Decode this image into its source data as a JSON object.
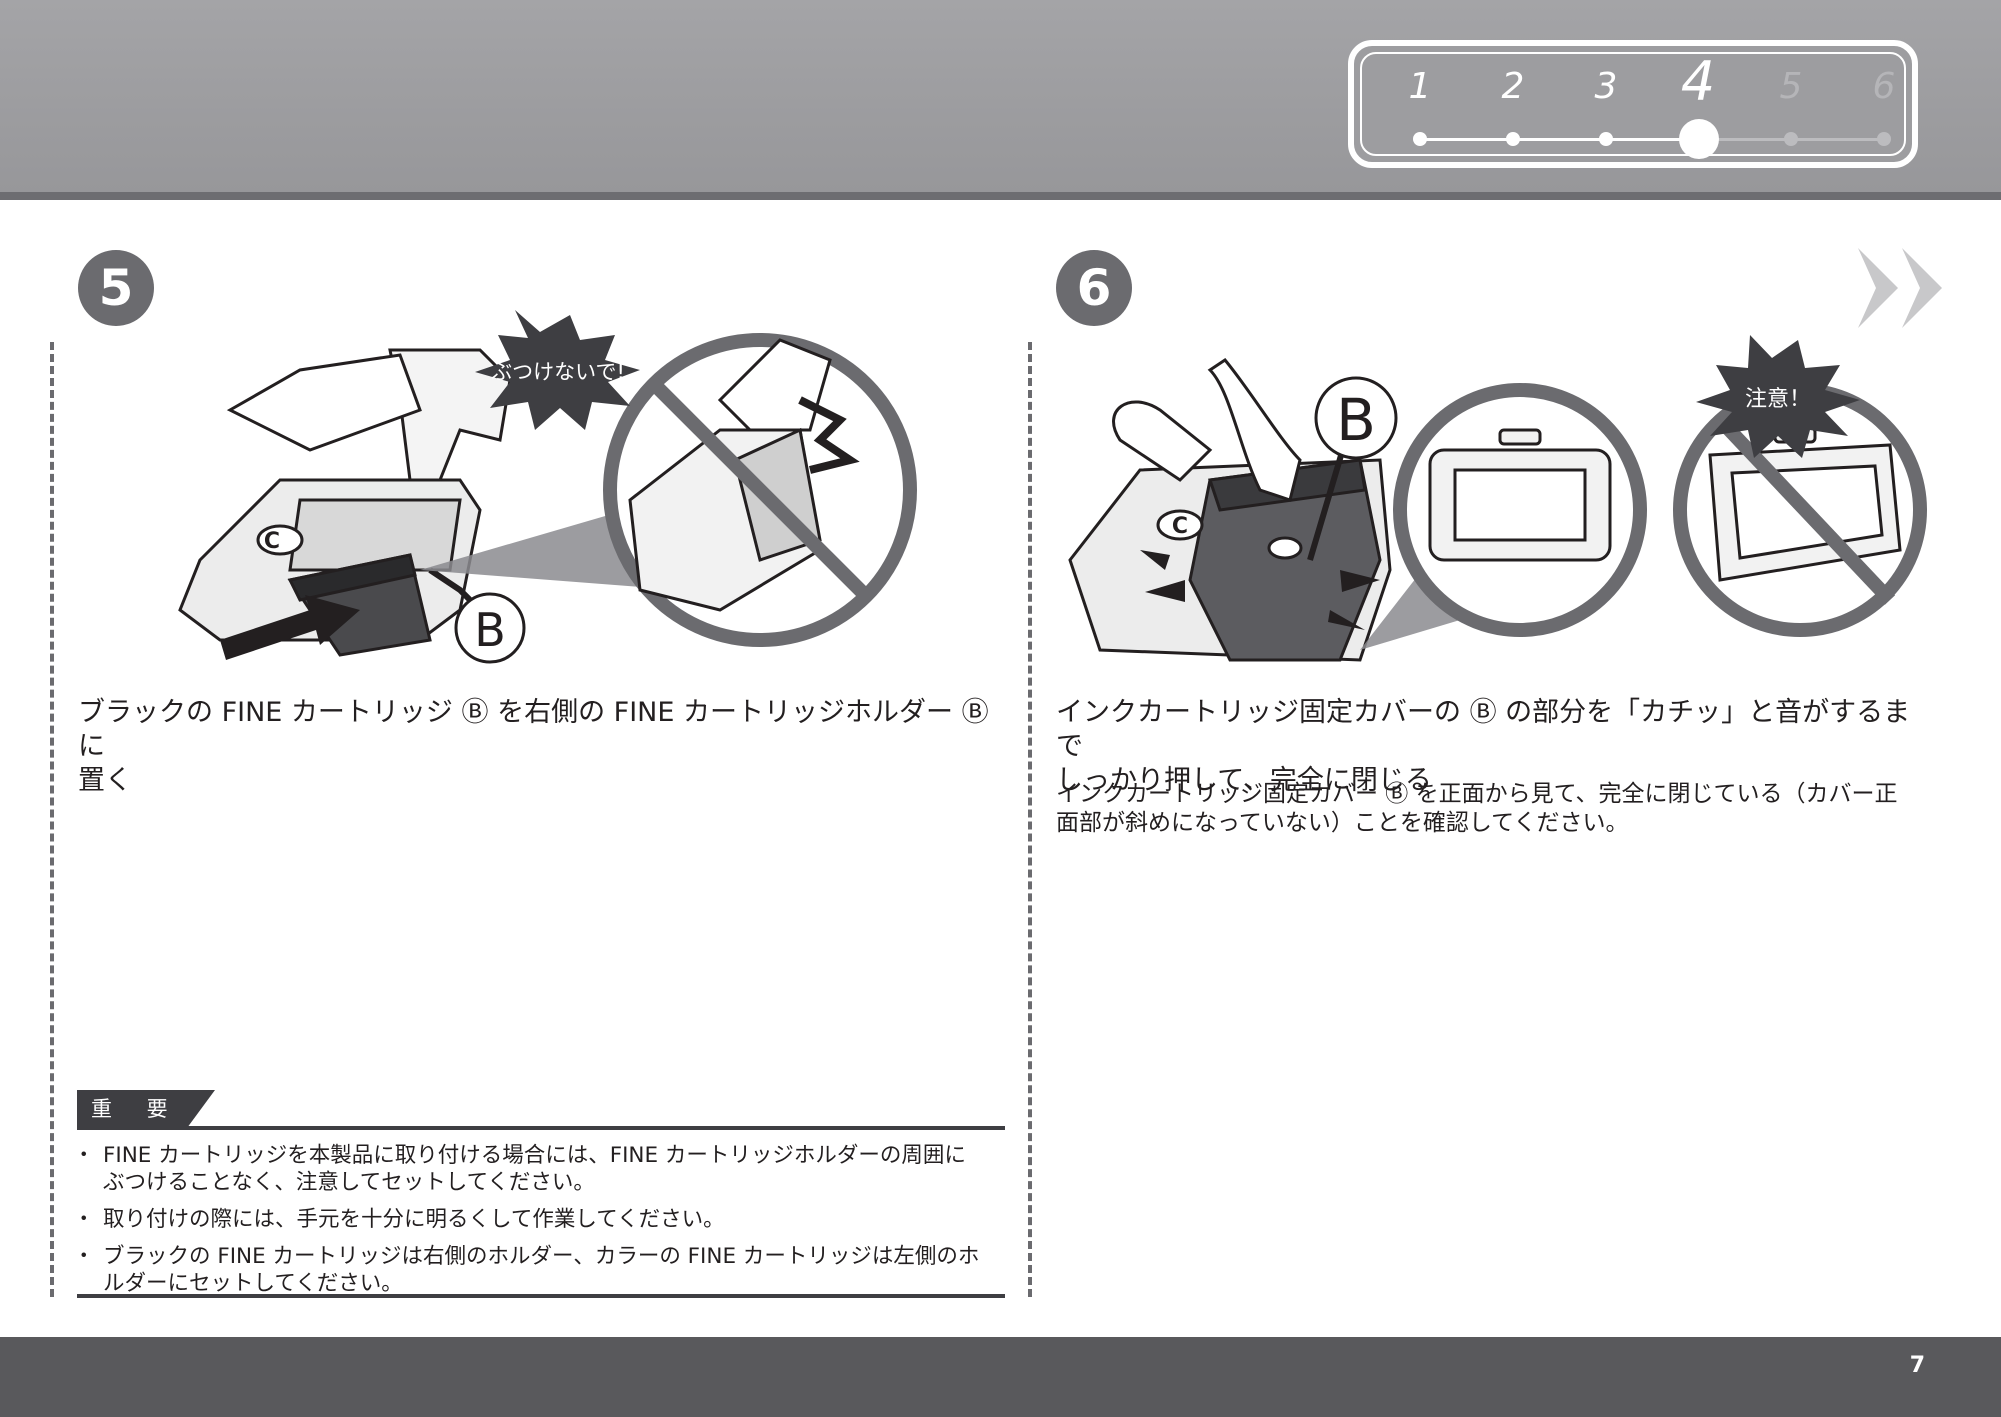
{
  "progress": {
    "steps": [
      "1",
      "2",
      "3",
      "4",
      "5",
      "6"
    ],
    "current": 4
  },
  "step5": {
    "number": "5",
    "warning_burst": "ぶつけないで!",
    "label_b": "B",
    "label_c": "C",
    "heading_line1": "ブラックの FINE カートリッジ Ⓑ を右側の FINE カートリッジホルダー Ⓑ に",
    "heading_line2": "置く"
  },
  "step6": {
    "number": "6",
    "caution_burst": "注意！",
    "label_b": "B",
    "label_c": "C",
    "heading_line1": "インクカートリッジ固定カバーの Ⓑ の部分を「カチッ」と音がするまで",
    "heading_line2": "しっかり押して、完全に閉じる",
    "body_line1": "インクカートリッジ固定カバー Ⓑ を正面から見て、完全に閉じている（カバー正",
    "body_line2": "面部が斜めになっていない）ことを確認してください。"
  },
  "important": {
    "title": "重 要",
    "items": [
      {
        "line1": "FINE カートリッジを本製品に取り付ける場合には、FINE カートリッジホルダーの周囲に",
        "line2": "ぶつけることなく、注意してセットしてください。"
      },
      {
        "line1": "取り付けの際には、手元を十分に明るくして作業してください。",
        "line2": ""
      },
      {
        "line1": "ブラックの FINE カートリッジは右側のホルダー、カラーの FINE カートリッジは左側のホ",
        "line2": "ルダーにセットしてください。"
      }
    ]
  },
  "footer": {
    "page_number": "7"
  },
  "colors": {
    "header_bg": "#9d9da0",
    "badge": "#6b6b6f",
    "footer_bg": "#59595c",
    "dark": "#3e3e42"
  },
  "icons": {
    "next": "double-chevron-right-icon",
    "prohibited": "prohibited-circle-icon"
  }
}
